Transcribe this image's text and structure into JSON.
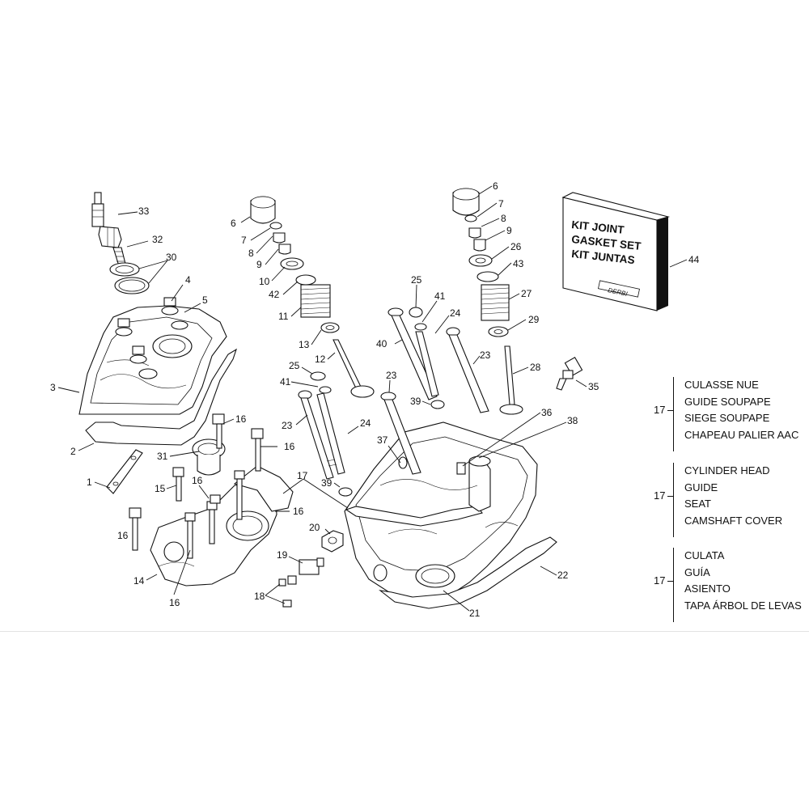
{
  "callouts": {
    "c33": "33",
    "c32": "32",
    "c30": "30",
    "c4": "4",
    "c5": "5",
    "c3": "3",
    "c2": "2",
    "c1": "1",
    "c31": "31",
    "c15": "15",
    "c16a": "16",
    "c16b": "16",
    "c16c": "16",
    "c16d": "16",
    "c16e": "16",
    "c16f": "16",
    "c14": "14",
    "c6a": "6",
    "c7a": "7",
    "c8a": "8",
    "c9a": "9",
    "c10": "10",
    "c42": "42",
    "c11": "11",
    "c13": "13",
    "c12": "12",
    "c25a": "25",
    "c41a": "41",
    "c23a": "23",
    "c24a": "24",
    "c39a": "39",
    "c17": "17",
    "c37": "37",
    "c20": "20",
    "c19": "19",
    "c18": "18",
    "c21": "21",
    "c22": "22",
    "c36": "36",
    "c38": "38",
    "c25b": "25",
    "c41b": "41",
    "c40": "40",
    "c24b": "24",
    "c23b": "23",
    "c23c": "23",
    "c39b": "39",
    "c6b": "6",
    "c7b": "7",
    "c8b": "8",
    "c9b": "9",
    "c26": "26",
    "c43": "43",
    "c27": "27",
    "c29": "29",
    "c28": "28",
    "c35": "35",
    "c44": "44"
  },
  "kit_box": {
    "line1": "KIT JOINT",
    "line2": "GASKET SET",
    "line3": "KIT JUNTAS",
    "logo": "DERBI"
  },
  "legend": [
    {
      "part": "17",
      "lines": [
        "CULASSE NUE",
        "GUIDE SOUPAPE",
        "SIEGE SOUPAPE",
        "CHAPEAU PALIER AAC"
      ]
    },
    {
      "part": "17",
      "lines": [
        "CYLINDER HEAD",
        "GUIDE",
        "SEAT",
        "CAMSHAFT COVER"
      ]
    },
    {
      "part": "17",
      "lines": [
        "CULATA",
        "GUÍA",
        "ASIENTO",
        "TAPA ÁRBOL DE LEVAS"
      ]
    }
  ]
}
